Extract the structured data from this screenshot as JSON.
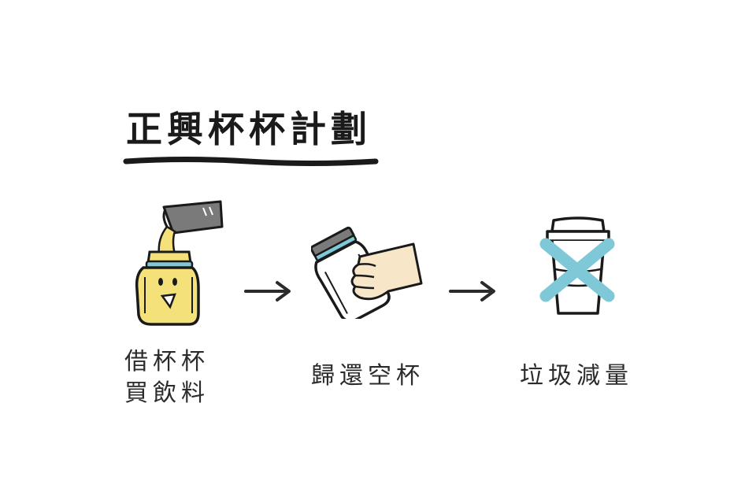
{
  "title": "正興杯杯計劃",
  "steps": [
    {
      "lines": [
        "借杯杯",
        "買飲料"
      ],
      "icon": "jar-pouring-icon"
    },
    {
      "lines": [
        "歸還空杯"
      ],
      "icon": "hand-holding-jar-icon"
    },
    {
      "lines": [
        "垃圾減量"
      ],
      "icon": "crossed-cup-icon"
    }
  ],
  "colors": {
    "ink": "#1a1a1a",
    "drink": "#f5e17a",
    "lid": "#7a7a7a",
    "band": "#7fc8d8",
    "skin": "#f7e6c8",
    "cross": "#7fc8d8"
  }
}
